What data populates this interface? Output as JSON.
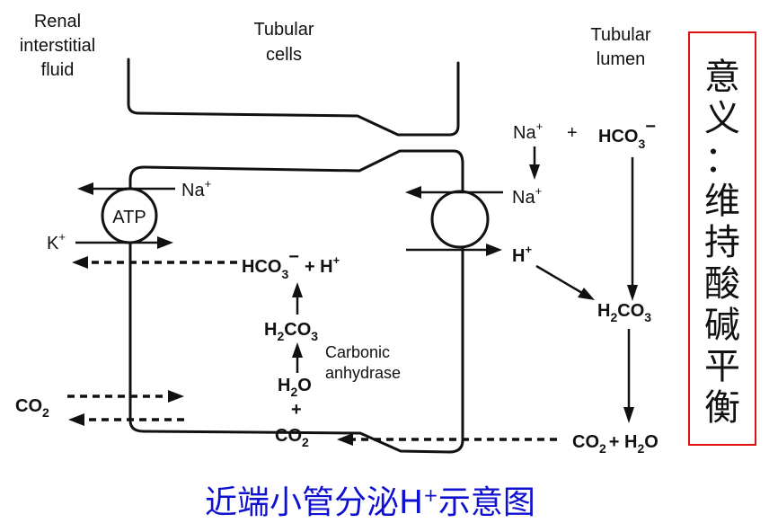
{
  "regions": {
    "interstitial": [
      "Renal",
      "interstitial",
      "fluid"
    ],
    "cells": [
      "Tubular",
      "cells"
    ],
    "lumen": [
      "Tubular",
      "lumen"
    ]
  },
  "pump": {
    "label": "ATP",
    "na_out": "Na",
    "k_in": "K",
    "plus": "+"
  },
  "cell_reactions": {
    "hco3": "HCO",
    "sub3": "3",
    "minus": "−",
    "plus_h": "+ H",
    "sup_plus": "+",
    "h2co3_h": "H",
    "h2co3_2": "2",
    "h2co3_co": "CO",
    "h2co3_3": "3",
    "enzyme": [
      "Carbonic",
      "anhydrase"
    ],
    "h2o_h": "H",
    "h2o_2": "2",
    "h2o_o": "O",
    "plus": "+",
    "co2": "CO",
    "co2_2": "2"
  },
  "left_co2": {
    "co": "CO",
    "sub": "2"
  },
  "lumen_side": {
    "na_top": "Na",
    "plus_sign": "+",
    "hco3_top": "HCO",
    "sub3": "3",
    "minus": "−",
    "na_entry": "Na",
    "h_out": "H",
    "h2co3_h": "H",
    "h2co3_2": "2",
    "h2co3_co": "CO",
    "h2co3_3": "3",
    "products_co": "CO",
    "products_2": "2",
    "products_plus": "+ H",
    "products_h2o_2": "2",
    "products_o": "O"
  },
  "meaning_box": {
    "chars": [
      "意",
      "义",
      "：",
      "维",
      "持",
      "酸",
      "碱",
      "平",
      "衡"
    ],
    "border_color": "#e01010"
  },
  "caption": {
    "text_before": "近端小管分泌H",
    "sup": "+",
    "text_after": "示意图",
    "color": "#1010d0"
  }
}
